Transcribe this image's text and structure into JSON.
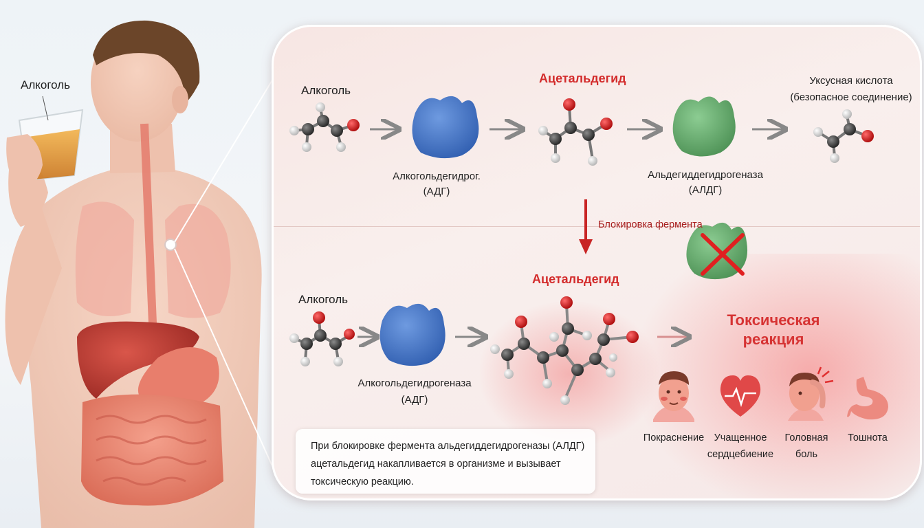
{
  "body_figure": {
    "label": "Алкоголь"
  },
  "top_row": {
    "alcohol_label": "Алкоголь",
    "enzyme1_label_line1": "Алкогольдегидрог.",
    "enzyme1_label_line2": "(АДГ)",
    "acetaldehyde_label": "Ацетальдегид",
    "enzyme2_label_line1": "Альдегиддегидрогеназа",
    "enzyme2_label_line2": "(АЛДГ)",
    "acid_label_line1": "Уксусная кислота",
    "acid_label_line2": "(безопасное соединение)"
  },
  "block": {
    "label": "Блокировка фермента"
  },
  "bottom_row": {
    "alcohol_label": "Алкоголь",
    "enzyme1_label_line1": "Алкогольдегидрогеназа",
    "enzyme1_label_line2": "(АДГ)",
    "acetaldehyde_label": "Ацетальдегид"
  },
  "toxic": {
    "title_line1": "Токсическая",
    "title_line2": "реакция",
    "symptoms": [
      {
        "line1": "Покраснение",
        "line2": "",
        "icon": "flushed-face-icon"
      },
      {
        "line1": "Учащенное",
        "line2": "сердцебиение",
        "icon": "heart-pulse-icon"
      },
      {
        "line1": "Головная",
        "line2": "боль",
        "icon": "headache-icon"
      },
      {
        "line1": "Тошнота",
        "line2": "",
        "icon": "stomach-icon"
      }
    ]
  },
  "note": {
    "text": "При блокировке фермента альдегиддегидрогеназы (АЛДГ) ацетальдегид накапливается в организме и вызывает токсическую реакцию."
  },
  "colors": {
    "adh_enzyme": "#3f74c8",
    "aldh_enzyme": "#5fa768",
    "accent_red": "#d32b2b",
    "oxygen": "#d42424",
    "carbon": "#4a4a4a",
    "hydrogen": "#e6e6e6"
  }
}
